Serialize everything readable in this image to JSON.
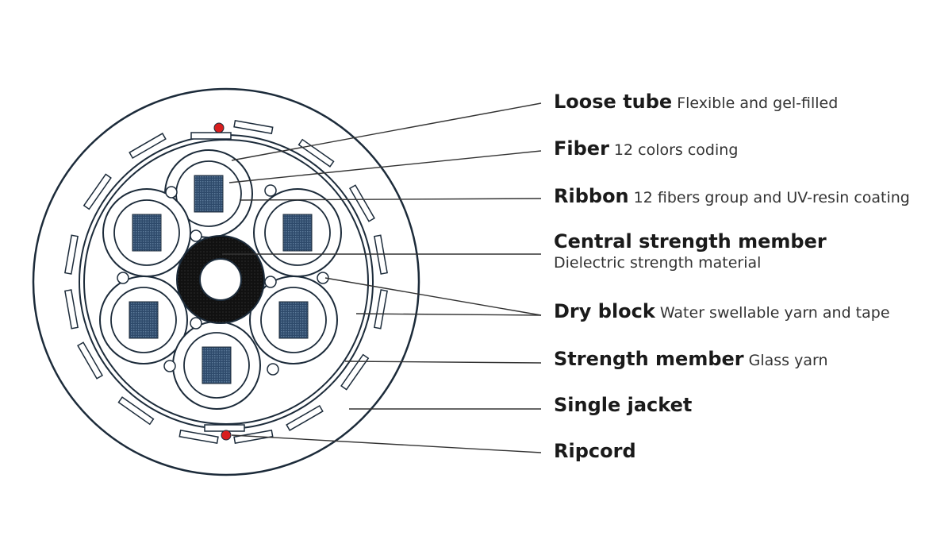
{
  "labels": {
    "loose_tube": {
      "title": "Loose tube",
      "desc": "Flexible and gel-filled"
    },
    "fiber": {
      "title": "Fiber",
      "desc": "12 colors coding"
    },
    "ribbon": {
      "title": "Ribbon",
      "desc": "12 fibers group and UV-resin coating"
    },
    "central_strength_member": {
      "title": "Central strength member",
      "desc": "Dielectric strength material"
    },
    "dry_block": {
      "title": "Dry block",
      "desc": "Water swellable yarn and tape"
    },
    "strength_member": {
      "title": "Strength member",
      "desc": "Glass yarn"
    },
    "single_jacket": {
      "title": "Single jacket"
    },
    "ripcord": {
      "title": "Ripcord"
    }
  },
  "colors": {
    "outline": "#1c2b3a",
    "ribbon": "#2e4a6b",
    "central_member": "#111111",
    "ripcord": "#d81e1e",
    "leader": "#333333"
  },
  "icons": {
    "tube": "loose-tube-icon",
    "ribbon": "ribbon-icon",
    "ripcord": "ripcord-icon"
  }
}
